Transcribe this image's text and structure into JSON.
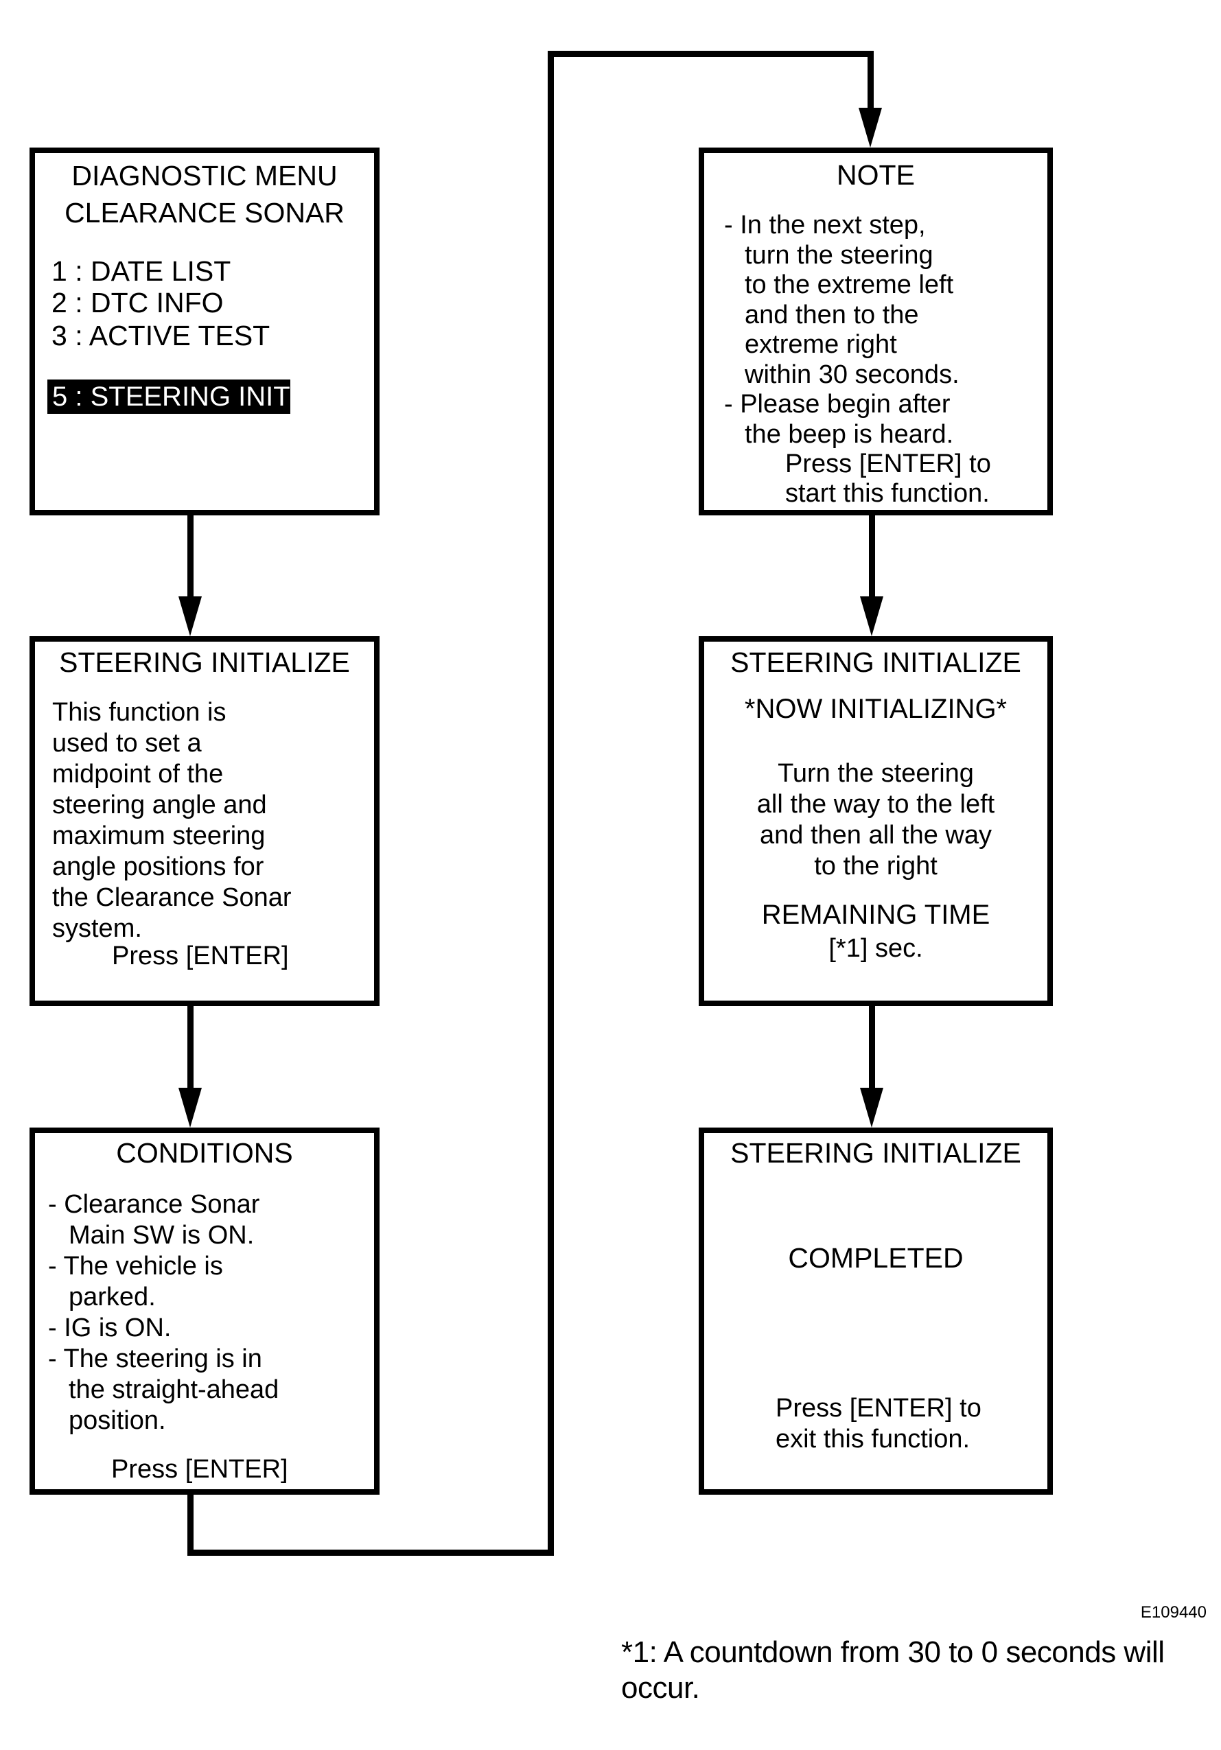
{
  "colors": {
    "ink": "#000000",
    "background": "#ffffff",
    "highlight_bg": "#000000",
    "highlight_text": "#ffffff"
  },
  "figure_code": "E109440",
  "footnote": {
    "line1": "*1: A countdown from 30 to 0 seconds will",
    "line2": "occur."
  },
  "menu_screen": {
    "title_line1": "DIAGNOSTIC MENU",
    "title_line2": "CLEARANCE SONAR",
    "items": [
      "1 : DATE LIST",
      "2 : DTC INFO",
      "3 : ACTIVE TEST"
    ],
    "selected_item": "5 : STEERING INIT"
  },
  "steering_initialize_screen": {
    "title": "STEERING INITIALIZE",
    "body": [
      "This function is",
      "used to set a",
      "midpoint of the",
      "steering angle and",
      "maximum steering",
      "angle positions for",
      "the Clearance Sonar",
      "system."
    ],
    "action": "Press [ENTER]"
  },
  "conditions_screen": {
    "title": "CONDITIONS",
    "lines": [
      "- Clearance Sonar",
      "Main SW is ON.",
      "- The vehicle is",
      "parked.",
      "- IG is ON.",
      "- The steering is in",
      "the straight-ahead",
      "position."
    ],
    "action": "Press [ENTER]"
  },
  "note_screen": {
    "title": "NOTE",
    "lines": [
      "- In the next step,",
      "turn the steering",
      "to the extreme left",
      "and then to the",
      "extreme right",
      "within 30 seconds.",
      "- Please begin after",
      "the beep is heard.",
      "Press [ENTER] to",
      "start this function."
    ]
  },
  "now_initializing_screen": {
    "title": "STEERING INITIALIZE",
    "status": "*NOW INITIALIZING*",
    "instruction": [
      "Turn the steering",
      "all the way to the left",
      "and then all the way",
      "to the right"
    ],
    "remaining_label": "REMAINING TIME",
    "remaining_value": "[*1] sec."
  },
  "completed_screen": {
    "title": "STEERING INITIALIZE",
    "status": "COMPLETED",
    "action_line1": "Press [ENTER] to",
    "action_line2": "exit this function."
  }
}
